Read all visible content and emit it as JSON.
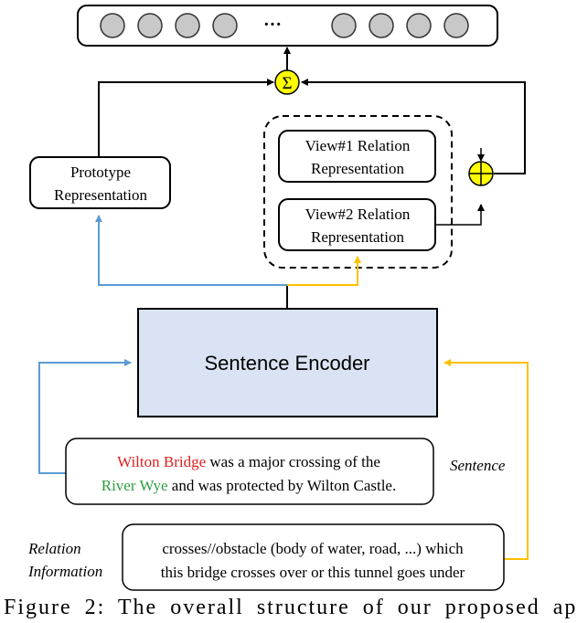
{
  "output_layer": {
    "ellipsis": "···"
  },
  "sum_symbol": "Σ",
  "plus_symbol": "+",
  "prototype": {
    "line1": "Prototype",
    "line2": "Representation"
  },
  "view1": {
    "line1": "View#1 Relation",
    "line2": "Representation"
  },
  "view2": {
    "line1": "View#2 Relation",
    "line2": "Representation"
  },
  "encoder": {
    "label": "Sentence Encoder"
  },
  "sentence": {
    "entity1": "Wilton Bridge",
    "part1": " was a major crossing of the",
    "entity2": "River Wye",
    "part2": " and was protected by Wilton Castle.",
    "side_label": "Sentence"
  },
  "relation": {
    "side_line1": "Relation",
    "side_line2": "Information",
    "line1": "crosses//obstacle (body of water, road, ...) which",
    "line2": "this bridge crosses over or this tunnel goes under"
  },
  "caption": "Figure 2:  The overall structure of our proposed ap",
  "colors": {
    "blue_arrow": "#5b9bd5",
    "yellow_arrow": "#ffc000",
    "encoder_fill": "#dae3f3",
    "node_fill": "#c8c8c8",
    "circle_fill": "#ffff00",
    "entity1": "#e02020",
    "entity2": "#2e9d3f"
  }
}
